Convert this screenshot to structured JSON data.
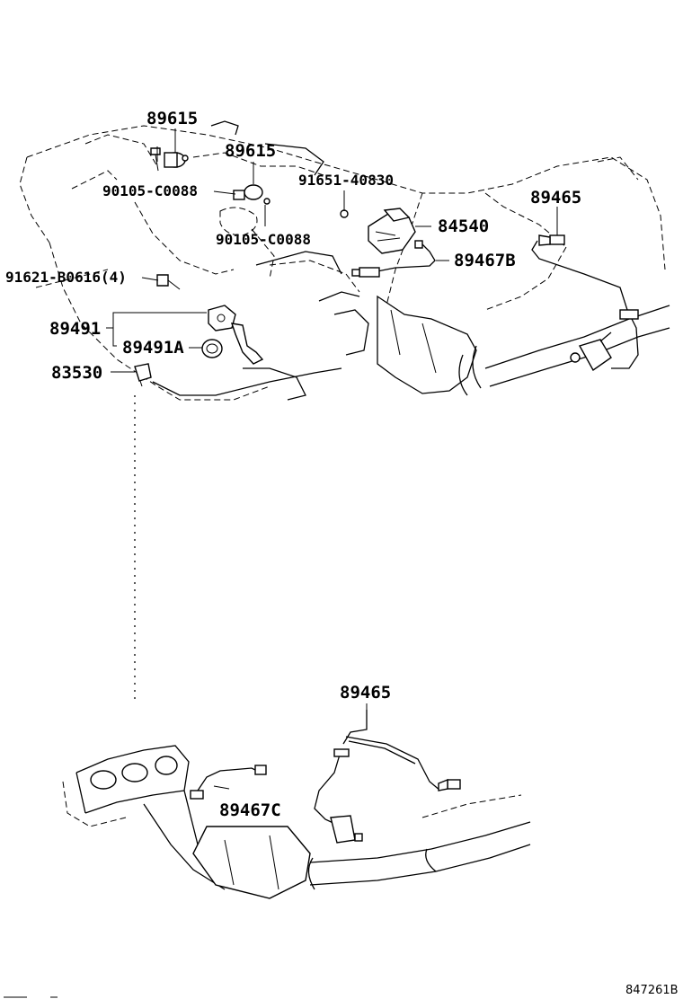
{
  "labels": {
    "p89615_a": "89615",
    "p89615_b": "89615",
    "p90105_a": "90105-C0088",
    "p90105_b": "90105-C0088",
    "p91651": "91651-40830",
    "p84540": "84540",
    "p89465_top": "89465",
    "p89467B": "89467B",
    "p91621": "91621-B0616(4)",
    "p89491": "89491",
    "p89491A": "89491A",
    "p83530": "83530",
    "p89465_bottom": "89465",
    "p89467C": "89467C"
  },
  "diagram_code": "847261B"
}
